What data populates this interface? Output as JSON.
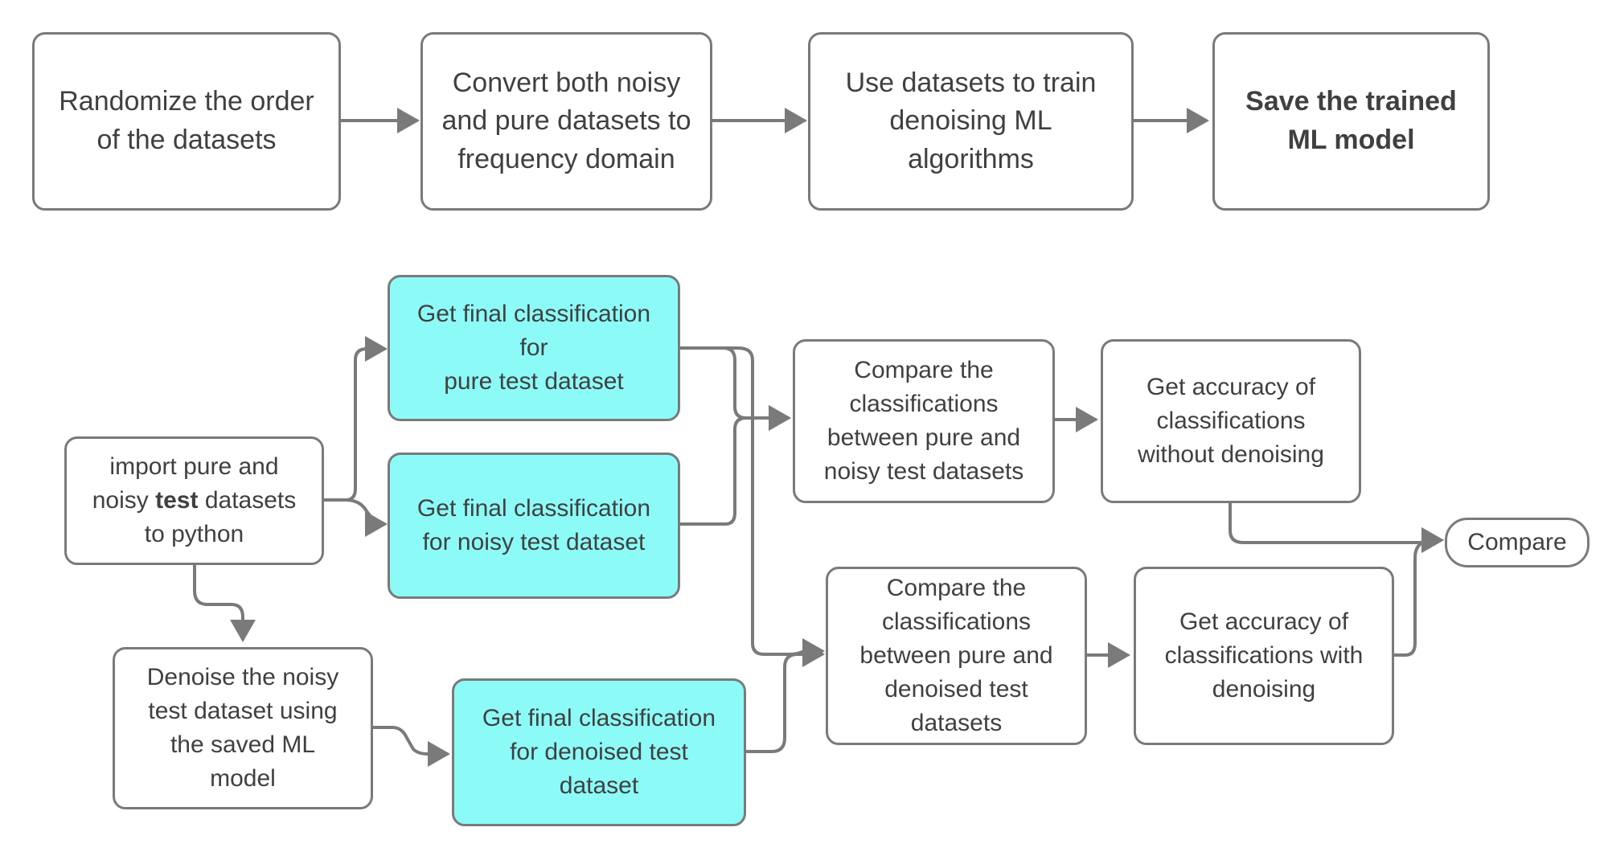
{
  "nodes": {
    "randomize": "Randomize the order\nof the datasets",
    "convert": "Convert both noisy\nand pure datasets to\nfrequency domain",
    "train": "Use datasets to train\ndenoising ML\nalgorithms",
    "save_model": "Save the trained\nML model",
    "import_before": "import pure and\nnoisy ",
    "import_emph": "test",
    "import_after": " datasets\nto python",
    "classify_pure": "Get final classification\nfor\npure test dataset",
    "classify_noisy": "Get final classification\nfor noisy test dataset",
    "classify_denoised": "Get final classification\nfor denoised test\ndataset",
    "denoise": "Denoise the noisy\ntest dataset using\nthe saved ML\nmodel",
    "compare_noisy": "Compare the\nclassifications\nbetween pure and\nnoisy test datasets",
    "compare_denoised": "Compare the\nclassifications\nbetween pure and\ndenoised test\ndatasets",
    "accuracy_without": "Get accuracy of\nclassifications\nwithout denoising",
    "accuracy_with": "Get accuracy of\nclassifications with\ndenoising",
    "compare_final": "Compare"
  },
  "colors": {
    "border": "#7a7a7a",
    "arrow": "#7a7a7a",
    "text": "#404040",
    "highlight_fill": "#8cfbf8"
  }
}
